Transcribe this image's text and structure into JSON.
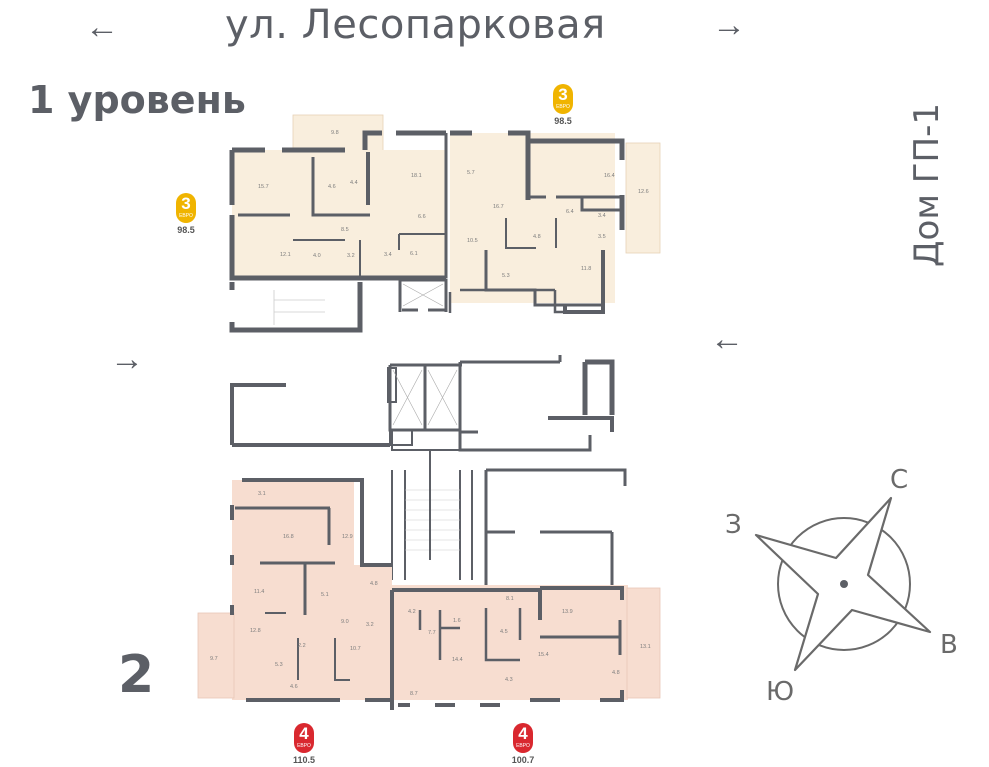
{
  "header": {
    "street_name": "ул. Лесопарковая",
    "arrow_left": "←",
    "arrow_right": "→"
  },
  "level_title": "1 уровень",
  "house_label": "Дом ГП-1",
  "section_number": "2",
  "entrance_arrows": {
    "left": "→",
    "right": "←"
  },
  "colors": {
    "wall": "#5c5f66",
    "apartment_3_fill": "#f9eedd",
    "apartment_4_fill": "#f7ddd0",
    "badge_3": "#f0b400",
    "badge_4": "#d9282f"
  },
  "apartments": [
    {
      "id": "apt-top-left",
      "rooms": "3",
      "type": "ЕВРО",
      "area": "98.5",
      "badge_color": "#f0b400",
      "room_areas": [
        "9.8",
        "15.7",
        "4.6",
        "4.4",
        "18.1",
        "6.6",
        "8.5",
        "12.1",
        "4.0",
        "3.2",
        "3.4",
        "6.1"
      ]
    },
    {
      "id": "apt-top-right",
      "rooms": "3",
      "type": "ЕВРО",
      "area": "98.5",
      "badge_color": "#f0b400",
      "room_areas": [
        "5.7",
        "16.7",
        "10.5",
        "4.8",
        "5.3",
        "16.4",
        "6.4",
        "3.4",
        "3.5",
        "11.8",
        "12.6"
      ]
    },
    {
      "id": "apt-bottom-left",
      "rooms": "4",
      "type": "ЕВРО",
      "area": "110.5",
      "badge_color": "#d9282f",
      "room_areas": [
        "3.1",
        "16.8",
        "12.9",
        "11.4",
        "5.1",
        "4.8",
        "9.0",
        "3.2",
        "12.8",
        "9.7",
        "2.2",
        "10.7",
        "5.3",
        "4.6"
      ]
    },
    {
      "id": "apt-bottom-right",
      "rooms": "4",
      "type": "ЕВРО",
      "area": "100.7",
      "badge_color": "#d9282f",
      "room_areas": [
        "4.2",
        "8.1",
        "1.6",
        "7.7",
        "4.5",
        "13.9",
        "14.4",
        "15.4",
        "4.3",
        "8.7",
        "4.8",
        "13.1"
      ]
    }
  ],
  "compass": {
    "north": "С",
    "east": "В",
    "south": "Ю",
    "west": "З"
  }
}
